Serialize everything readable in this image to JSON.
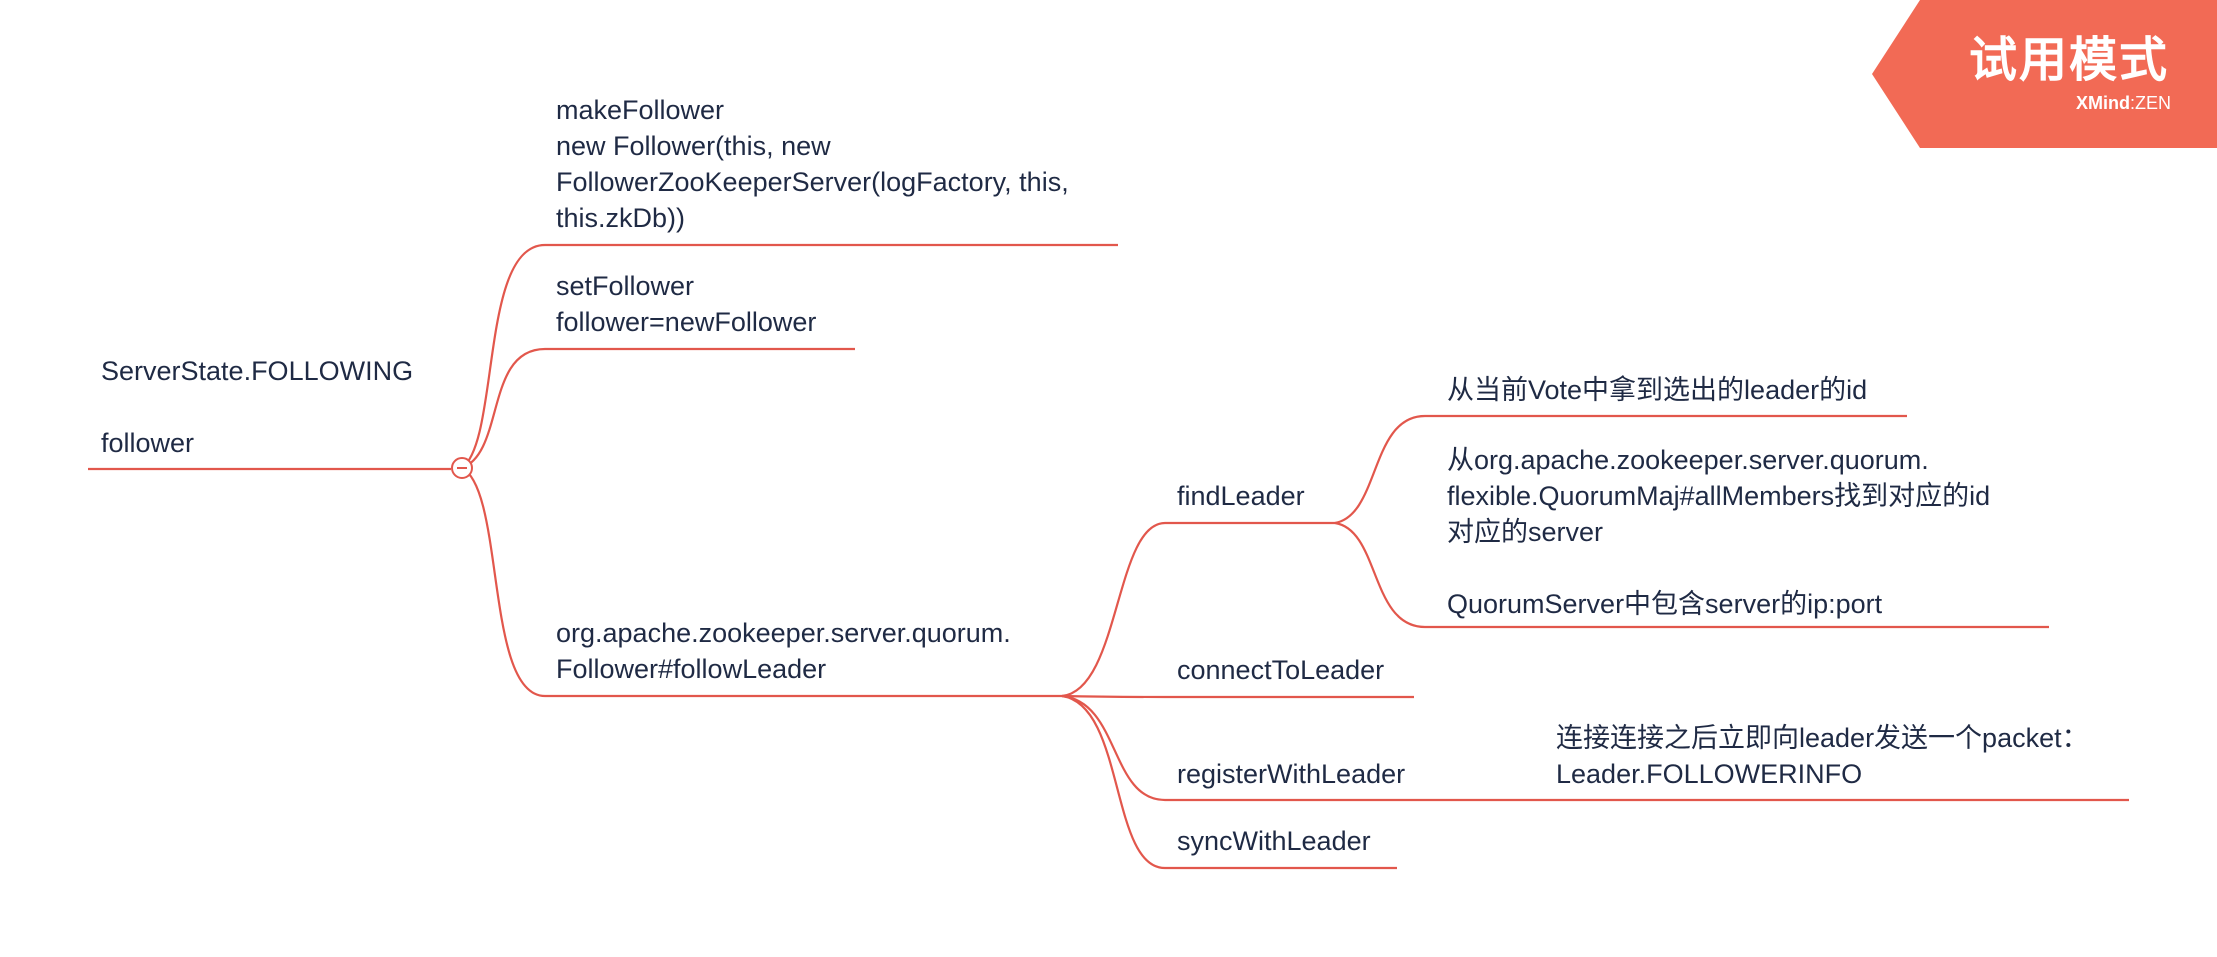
{
  "root": {
    "lines": [
      "ServerState.FOLLOWING",
      "",
      "follower"
    ]
  },
  "branches": {
    "make_follower": {
      "lines": [
        "makeFollower",
        "new Follower(this, new",
        "FollowerZooKeeperServer(logFactory, this,",
        "this.zkDb))"
      ]
    },
    "set_follower": {
      "lines": [
        "setFollower",
        "follower=newFollower"
      ]
    },
    "follow_leader": {
      "lines": [
        "org.apache.zookeeper.server.quorum.",
        "Follower#followLeader"
      ],
      "children": {
        "find_leader": {
          "label": "findLeader",
          "children": {
            "vote_id": {
              "lines": [
                "从当前Vote中拿到选出的leader的id"
              ]
            },
            "quorum_maj": {
              "lines": [
                "从org.apache.zookeeper.server.quorum.",
                "flexible.QuorumMaj#allMembers找到对应的id",
                "对应的server",
                "",
                "QuorumServer中包含server的ip:port"
              ]
            }
          }
        },
        "connect_to_leader": {
          "label": "connectToLeader"
        },
        "register_with_leader": {
          "label": "registerWithLeader",
          "note": {
            "lines": [
              "连接连接之后立即向leader发送一个packet：",
              "Leader.FOLLOWERINFO"
            ]
          }
        },
        "sync_with_leader": {
          "label": "syncWithLeader"
        }
      }
    }
  },
  "watermark": {
    "title": "试用模式",
    "brand_bold": "XMind",
    "brand_rest": ":ZEN"
  },
  "colors": {
    "branch_line": "#e2574c",
    "watermark_bg": "#f26a55",
    "text": "#1f2a44"
  }
}
